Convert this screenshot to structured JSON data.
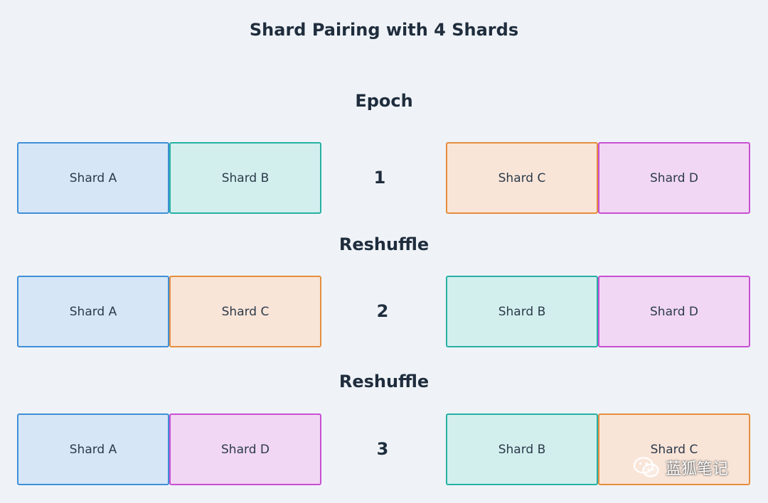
{
  "title": "Shard Pairing with 4 Shards",
  "headings": {
    "epoch": "Epoch",
    "reshuffle_1": "Reshuffle",
    "reshuffle_2": "Reshuffle"
  },
  "rows": [
    {
      "epoch": "1",
      "shards": [
        "Shard A",
        "Shard B",
        "Shard C",
        "Shard D"
      ]
    },
    {
      "epoch": "2",
      "shards": [
        "Shard A",
        "Shard C",
        "Shard B",
        "Shard D"
      ]
    },
    {
      "epoch": "3",
      "shards": [
        "Shard A",
        "Shard D",
        "Shard B",
        "Shard C"
      ]
    }
  ],
  "colors": {
    "shard_a": "#3f8fd8",
    "shard_b": "#27b0a4",
    "shard_c": "#e58d3e",
    "shard_d": "#c84fd3",
    "background": "#eff3f7"
  },
  "watermark": {
    "icon": "wechat-icon",
    "text": "蓝狐笔记"
  }
}
